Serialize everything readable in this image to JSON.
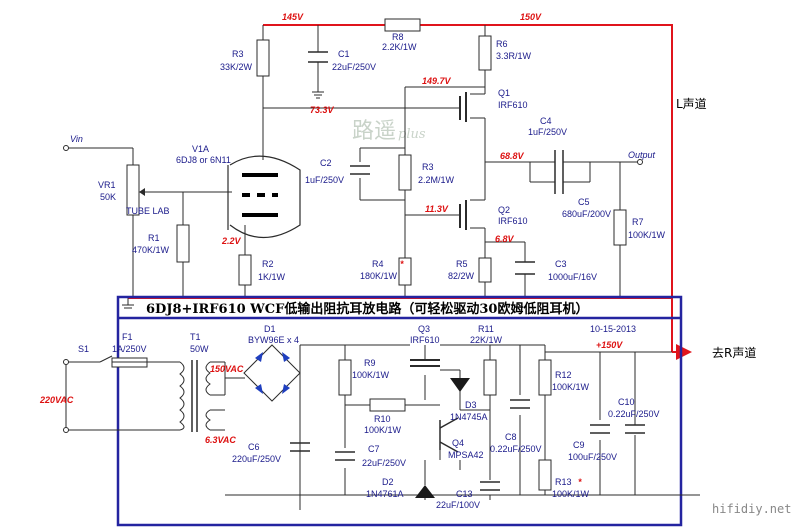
{
  "title": "6DJ8+IRF610 WCF低输出阻抗耳放电路（可轻松驱动30欧姆低阻耳机）",
  "date": "10-15-2013",
  "channel_label": "L声道",
  "to_right_label": "去R声道",
  "watermark": "路遥",
  "watermark_sub": "plus",
  "site": "hifidiy.net",
  "tube_lab": "TUBE LAB",
  "vin": "Vin",
  "output": "Output",
  "voltages": {
    "v145": "145V",
    "v150": "150V",
    "v1497": "149.7V",
    "v733": "73.3V",
    "v688": "68.8V",
    "v113": "11.3V",
    "v68": "6.8V",
    "v22": "2.2V",
    "v150vac": "150VAC",
    "v63vac": "6.3VAC",
    "v220vac": "220VAC",
    "p150v": "+150V"
  },
  "parts": {
    "r8": [
      "R8",
      "2.2K/1W"
    ],
    "r3a": [
      "R3",
      "33K/2W"
    ],
    "c1": [
      "C1",
      "22uF/250V"
    ],
    "r6": [
      "R6",
      "3.3R/1W"
    ],
    "q1": [
      "Q1",
      "IRF610"
    ],
    "c4": [
      "C4",
      "1uF/250V"
    ],
    "v1a": [
      "V1A",
      "6DJ8 or 6N11"
    ],
    "vr1": [
      "VR1",
      "50K"
    ],
    "c2": [
      "C2",
      "1uF/250V"
    ],
    "r3b": [
      "R3",
      "2.2M/1W"
    ],
    "c5": [
      "C5",
      "680uF/200V"
    ],
    "q2": [
      "Q2",
      "IRF610"
    ],
    "r7": [
      "R7",
      "100K/1W"
    ],
    "r1": [
      "R1",
      "470K/1W"
    ],
    "r2": [
      "R2",
      "1K/1W"
    ],
    "r4": [
      "R4",
      "180K/1W"
    ],
    "r5": [
      "R5",
      "82/2W"
    ],
    "c3": [
      "C3",
      "1000uF/16V"
    ],
    "f1": [
      "F1",
      "1A/250V"
    ],
    "t1": [
      "T1",
      "50W"
    ],
    "d1": [
      "D1",
      "BYW96E x 4"
    ],
    "s1": [
      "S1"
    ],
    "q3": [
      "Q3",
      "IRF610"
    ],
    "r11": [
      "R11",
      "22K/1W"
    ],
    "r9": [
      "R9",
      "100K/1W"
    ],
    "r10": [
      "R10",
      "100K/1W"
    ],
    "d3": [
      "D3",
      "1N4745A"
    ],
    "r12": [
      "R12",
      "100K/1W"
    ],
    "c10": [
      "C10",
      "0.22uF/250V"
    ],
    "c6": [
      "C6",
      "220uF/250V"
    ],
    "c7": [
      "C7",
      "22uF/250V"
    ],
    "q4": [
      "Q4",
      "MPSA42"
    ],
    "c8": [
      "C8",
      "0.22uF/250V"
    ],
    "c9": [
      "C9",
      "100uF/250V"
    ],
    "d2": [
      "D2",
      "1N4761A"
    ],
    "c13": [
      "C13",
      "22uF/100V"
    ],
    "r13": [
      "R13",
      "100K/1W"
    ]
  },
  "colors": {
    "wire": "#2b2b2b",
    "red_rail": "#e0141c",
    "box": "#2424a0",
    "label": "#1a1a8a"
  }
}
